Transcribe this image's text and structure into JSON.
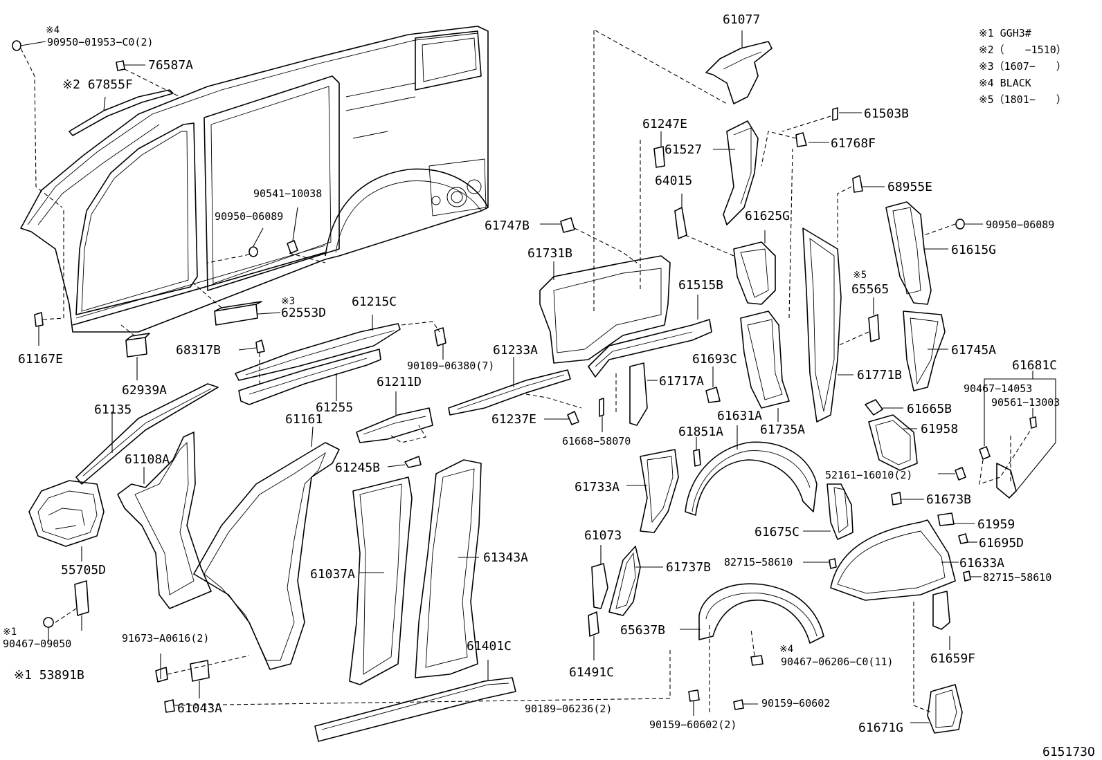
{
  "notes": [
    "※1 GGH3#",
    "※2（　　−1510）",
    "※3（1607−　　）",
    "※4 BLACK",
    "※5（1801−　　）"
  ],
  "footer_code": "615173O",
  "labels": {
    "l_90950_01953_mark": "※4",
    "l_90950_01953": "90950−01953−C0(2)",
    "l_76587A": "76587A",
    "l_67855F": "※2 67855F",
    "l_90541_10038": "90541−10038",
    "l_90950_06089_a": "90950−06089",
    "l_62553D_mark": "※3",
    "l_62553D": "62553D",
    "l_61167E": "61167E",
    "l_62939A": "62939A",
    "l_68317B": "68317B",
    "l_61215C": "61215C",
    "l_90109_06380": "90109−06380(7)",
    "l_61255": "61255",
    "l_61135": "61135",
    "l_61108A": "61108A",
    "l_61161": "61161",
    "l_61211D": "61211D",
    "l_61233A": "61233A",
    "l_61237E": "61237E",
    "l_61245B": "61245B",
    "l_55705D": "55705D",
    "l_90467_09050_mark": "※1",
    "l_90467_09050": "90467−09050",
    "l_53891B": "※1 53891B",
    "l_91673": "91673−A0616(2)",
    "l_61043A": "61043A",
    "l_61037A": "61037A",
    "l_61343A": "61343A",
    "l_61401C": "61401C",
    "l_61077": "61077",
    "l_61247E": "61247E",
    "l_61527": "61527",
    "l_64015": "64015",
    "l_61503B": "61503B",
    "l_61768F": "61768F",
    "l_61747B": "61747B",
    "l_61731B": "61731B",
    "l_61625G": "61625G",
    "l_61515B": "61515B",
    "l_68955E": "68955E",
    "l_90950_06089_b": "90950−06089",
    "l_61615G": "61615G",
    "l_65565_mark": "※5",
    "l_65565": "65565",
    "l_61693C": "61693C",
    "l_61717A": "61717A",
    "l_61668": "61668−58070",
    "l_61631A": "61631A",
    "l_61735A": "61735A",
    "l_61771B": "61771B",
    "l_61745A": "61745A",
    "l_61681C": "61681C",
    "l_90467_14053": "90467−14053",
    "l_90561_13003": "90561−13003",
    "l_61665B": "61665B",
    "l_61958": "61958",
    "l_61851A": "61851A",
    "l_61733A": "61733A",
    "l_52161": "52161−16010(2)",
    "l_61673B": "61673B",
    "l_61959": "61959",
    "l_61675C": "61675C",
    "l_61695D": "61695D",
    "l_61073": "61073",
    "l_61737B": "61737B",
    "l_82715_a": "82715−58610",
    "l_61633A": "61633A",
    "l_82715_b": "82715−58610",
    "l_65637B": "65637B",
    "l_61491C": "61491C",
    "l_90467_06206_mark": "※4",
    "l_90467_06206": "90467−06206−C0(11)",
    "l_61659F": "61659F",
    "l_90189": "90189−06236(2)",
    "l_90159_b": "90159−60602",
    "l_90159_a": "90159−60602(2)",
    "l_61671G": "61671G"
  }
}
